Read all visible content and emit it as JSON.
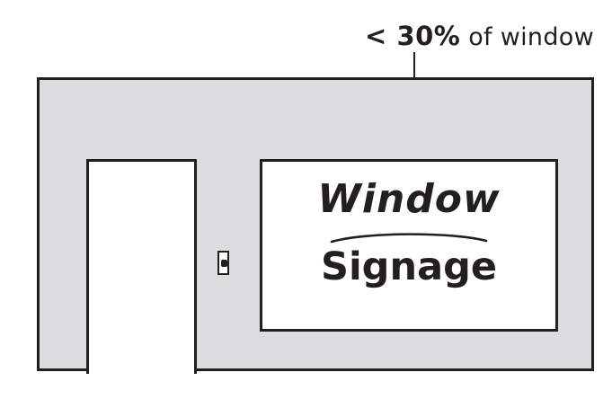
{
  "diagram": {
    "title": "Window signage coverage diagram",
    "caption": {
      "emphasis": "< 30%",
      "rest": " of window"
    },
    "annotation_arrow": {
      "icon": "down-arrow",
      "points_to": "signage-panel"
    },
    "storefront": {
      "wall": {
        "label": "storefront wall",
        "fill_color": "#dcdcde",
        "stroke_color": "#231f20"
      },
      "door": {
        "label": "entrance door",
        "fill_color": "#ffffff",
        "stroke_color": "#231f20",
        "handle": {
          "label": "door handle"
        }
      },
      "signage_panel": {
        "label": "window signage panel",
        "fill_color": "#ffffff",
        "stroke_color": "#231f20",
        "line1": "Window",
        "line2": "Signage"
      }
    }
  }
}
